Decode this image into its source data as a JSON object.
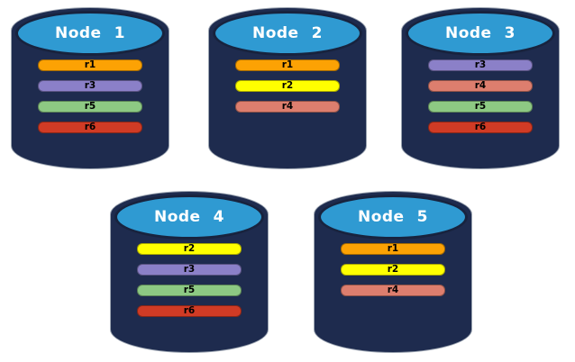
{
  "colors": {
    "background": "#ffffff",
    "cylinder_body": "#1E2B4E",
    "cylinder_cap": "#2F9AD2",
    "cylinder_cap_border": "#18233E",
    "cylinder_edge": "#9AA3B0",
    "replica_colors": {
      "r1": "#FCA204",
      "r2": "#FFFF00",
      "r3": "#8B80C8",
      "r4": "#DD7E6E",
      "r5": "#8DC983",
      "r6": "#D03B25"
    }
  },
  "nodes": [
    {
      "label": "Node 1",
      "replicas": [
        "r1",
        "r3",
        "r5",
        "r6"
      ]
    },
    {
      "label": "Node 2",
      "replicas": [
        "r1",
        "r2",
        "r4"
      ]
    },
    {
      "label": "Node 3",
      "replicas": [
        "r3",
        "r4",
        "r5",
        "r6"
      ]
    },
    {
      "label": "Node 4",
      "replicas": [
        "r2",
        "r3",
        "r5",
        "r6"
      ]
    },
    {
      "label": "Node 5",
      "replicas": [
        "r1",
        "r2",
        "r4"
      ]
    }
  ]
}
